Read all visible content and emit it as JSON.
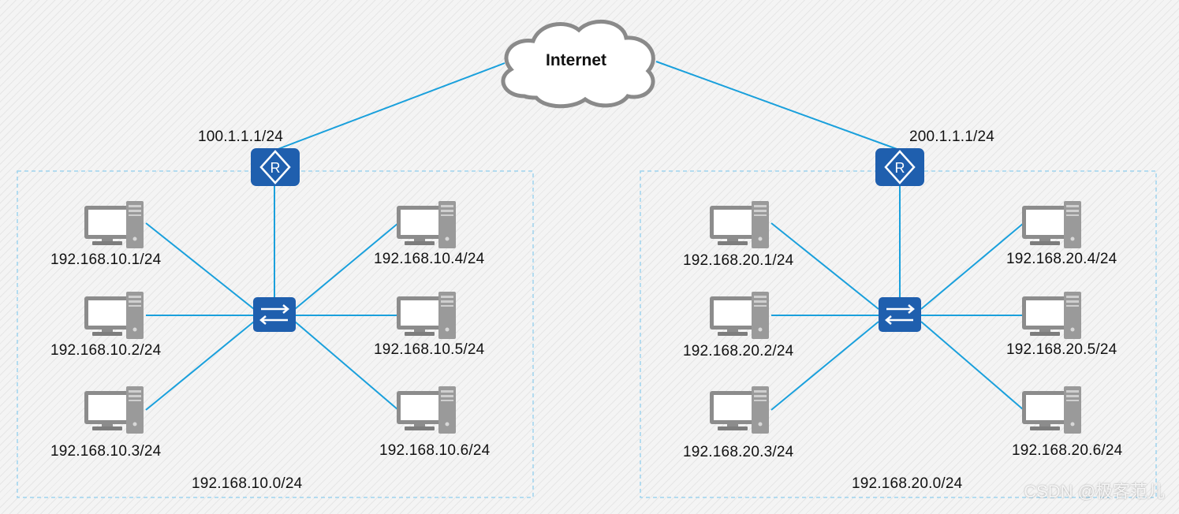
{
  "cloud": {
    "label": "Internet"
  },
  "left": {
    "router_ip": "100.1.1.1/24",
    "subnet": "192.168.10.0/24",
    "hosts": [
      "192.168.10.1/24",
      "192.168.10.2/24",
      "192.168.10.3/24",
      "192.168.10.4/24",
      "192.168.10.5/24",
      "192.168.10.6/24"
    ]
  },
  "right": {
    "router_ip": "200.1.1.1/24",
    "subnet": "192.168.20.0/24",
    "hosts": [
      "192.168.20.1/24",
      "192.168.20.2/24",
      "192.168.20.3/24",
      "192.168.20.4/24",
      "192.168.20.5/24",
      "192.168.20.6/24"
    ]
  },
  "watermark": "CSDN @极客范儿",
  "colors": {
    "link": "#1aa0dc",
    "device": "#1f5fae",
    "pc": "#8a8a8a",
    "zone_border": "#9fd3ee"
  }
}
